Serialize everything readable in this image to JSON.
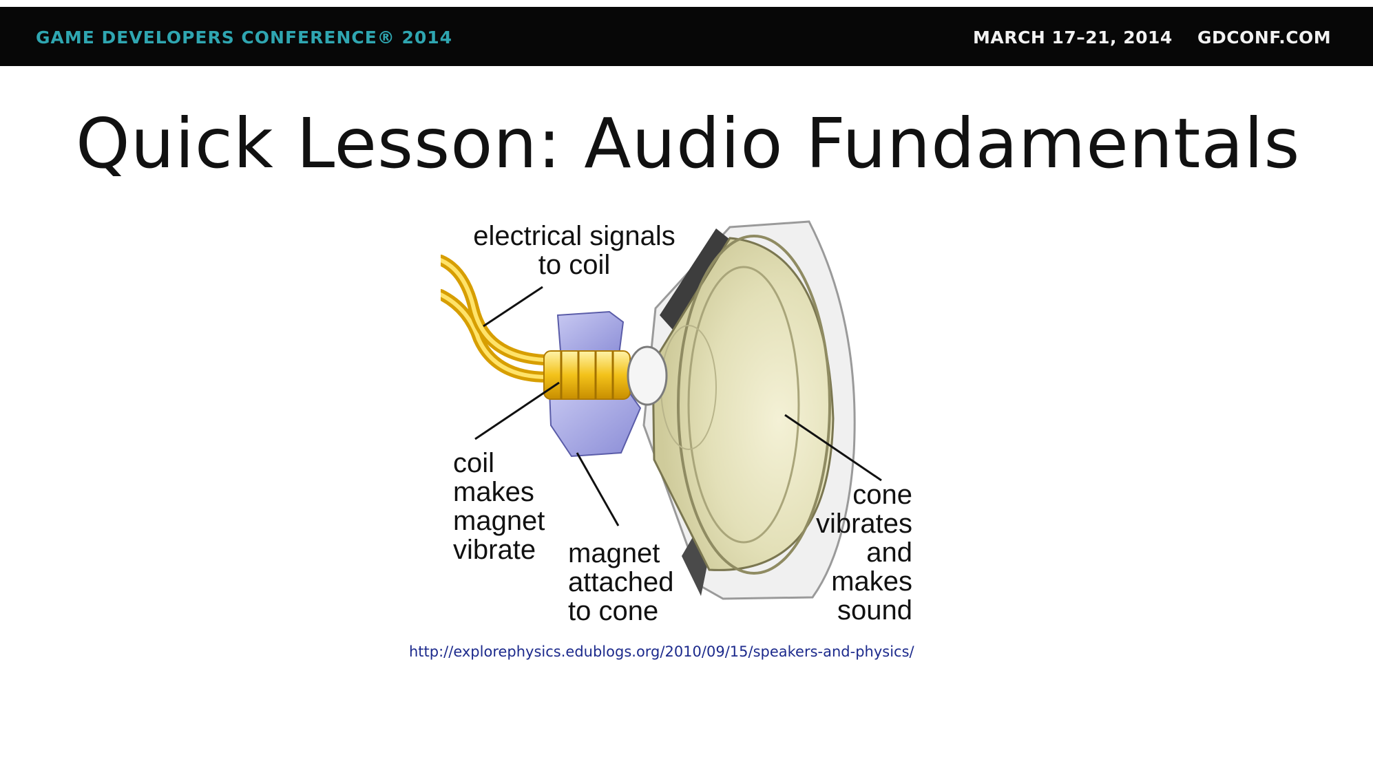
{
  "header": {
    "conference": "GAME DEVELOPERS CONFERENCE® 2014",
    "dates": "MARCH 17–21, 2014",
    "website": "GDCONF.COM"
  },
  "slide": {
    "title": "Quick Lesson: Audio Fundamentals"
  },
  "diagram": {
    "labels": {
      "electrical": [
        "electrical signals",
        "to coil"
      ],
      "coil": [
        "coil",
        "makes",
        "magnet",
        "vibrate"
      ],
      "magnet": [
        "magnet",
        "attached",
        "to cone"
      ],
      "cone": [
        "cone",
        "vibrates",
        "and",
        "makes",
        "sound"
      ]
    }
  },
  "source_url": "http://explorephysics.edublogs.org/2010/09/15/speakers-and-physics/"
}
